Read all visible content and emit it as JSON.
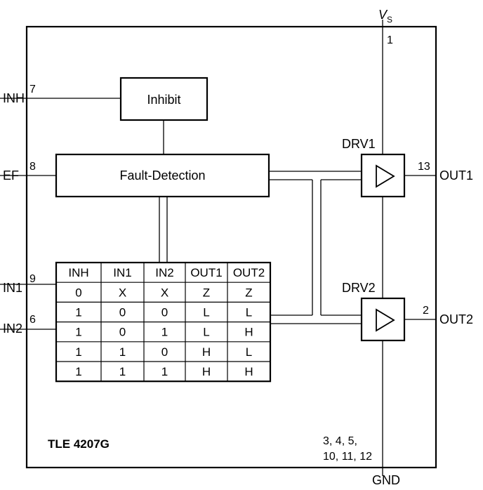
{
  "supply": {
    "label": "V",
    "subscript": "S",
    "pin": "1"
  },
  "ground": {
    "label": "GND",
    "pins_line1": "3, 4, 5,",
    "pins_line2": "10, 11, 12"
  },
  "chip_name": "TLE 4207G",
  "inputs": [
    {
      "label": "INH",
      "pin": "7"
    },
    {
      "label": "EF",
      "pin": "8"
    },
    {
      "label": "IN1",
      "pin": "9"
    },
    {
      "label": "IN2",
      "pin": "6"
    }
  ],
  "outputs": [
    {
      "label": "OUT1",
      "pin": "13"
    },
    {
      "label": "OUT2",
      "pin": "2"
    }
  ],
  "blocks": {
    "inhibit": "Inhibit",
    "fault_detection": "Fault-Detection"
  },
  "drivers": [
    {
      "label": "DRV1"
    },
    {
      "label": "DRV2"
    }
  ],
  "truth_table": {
    "headers": [
      "INH",
      "IN1",
      "IN2",
      "OUT1",
      "OUT2"
    ],
    "rows": [
      [
        "0",
        "X",
        "X",
        "Z",
        "Z"
      ],
      [
        "1",
        "0",
        "0",
        "L",
        "L"
      ],
      [
        "1",
        "0",
        "1",
        "L",
        "H"
      ],
      [
        "1",
        "1",
        "0",
        "H",
        "L"
      ],
      [
        "1",
        "1",
        "1",
        "H",
        "H"
      ]
    ]
  }
}
